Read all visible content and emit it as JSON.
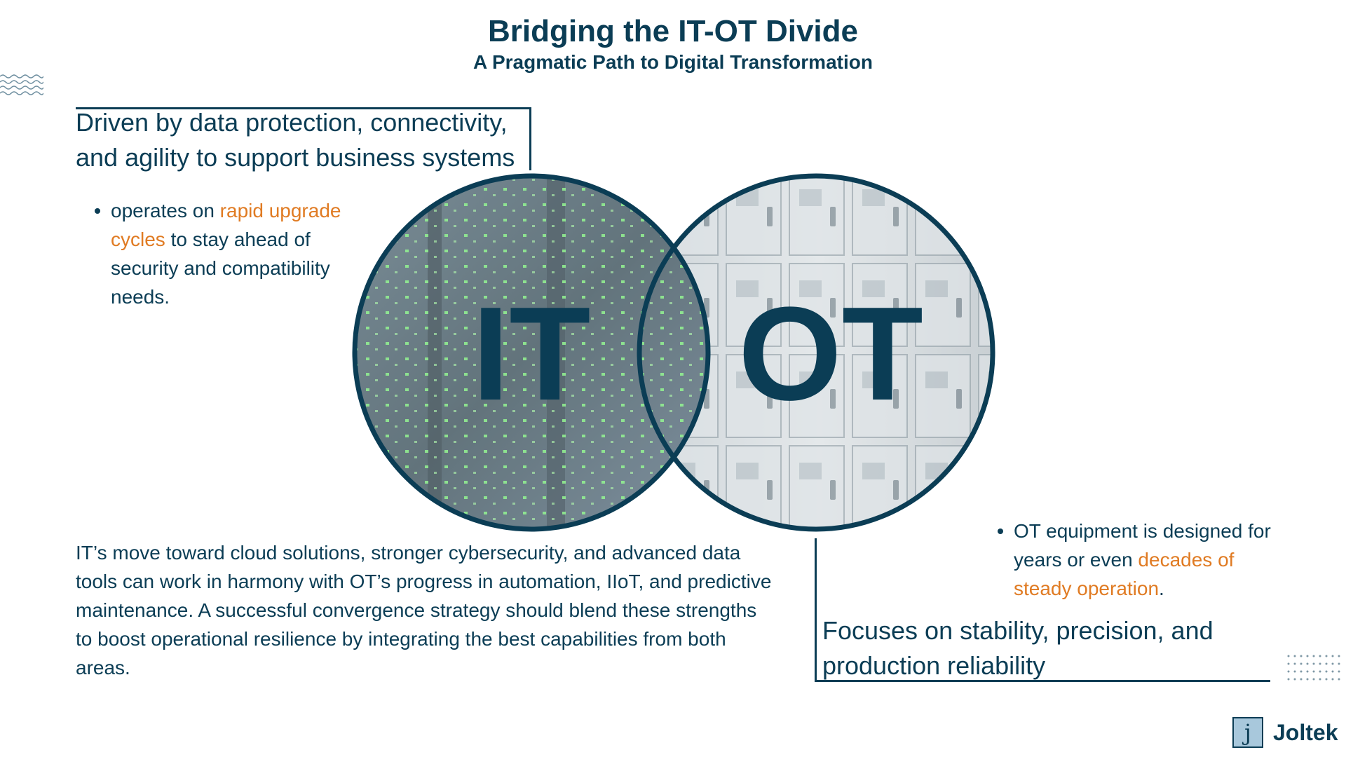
{
  "header": {
    "title": "Bridging the IT-OT Divide",
    "subtitle": "A Pragmatic Path to Digital Transformation"
  },
  "it": {
    "heading": "Driven by data protection, connectivity, and agility to support business systems",
    "bullet": {
      "before": "operates on ",
      "highlight": "rapid upgrade cycles",
      "after": " to stay ahead of security and compatibility needs."
    }
  },
  "ot": {
    "bullet": {
      "before": "OT equipment is designed for years or even ",
      "highlight": "decades of steady operation",
      "after": "."
    },
    "heading": "Focuses on stability, precision, and production reliability"
  },
  "venn": {
    "left_label": "IT",
    "right_label": "OT"
  },
  "body": {
    "paragraph": "IT’s move toward cloud solutions, stronger cybersecurity, and advanced data tools can work in harmony with OT’s progress in automation, IIoT, and predictive maintenance. A successful convergence strategy should blend these strengths to boost operational resilience by integrating the best capabilities from both areas."
  },
  "logo": {
    "mark": "j",
    "name": "Joltek"
  },
  "colors": {
    "primary": "#0b3d55",
    "accent": "#e07b23"
  },
  "icons": {
    "waves": "wave-decoration-icon",
    "dots": "dot-grid-decoration-icon"
  }
}
